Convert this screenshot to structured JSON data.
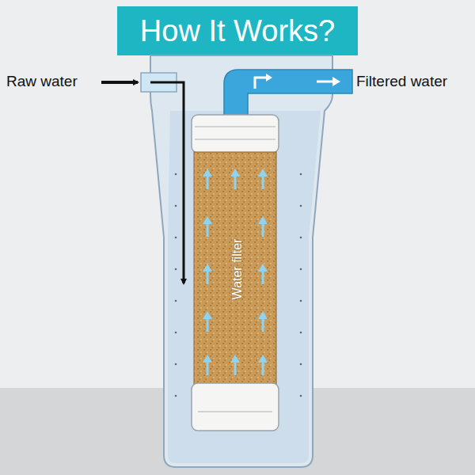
{
  "diagram": {
    "title": "How It Works?",
    "labels": [
      "Raw water",
      "Filtered water",
      "Water filter"
    ]
  }
}
